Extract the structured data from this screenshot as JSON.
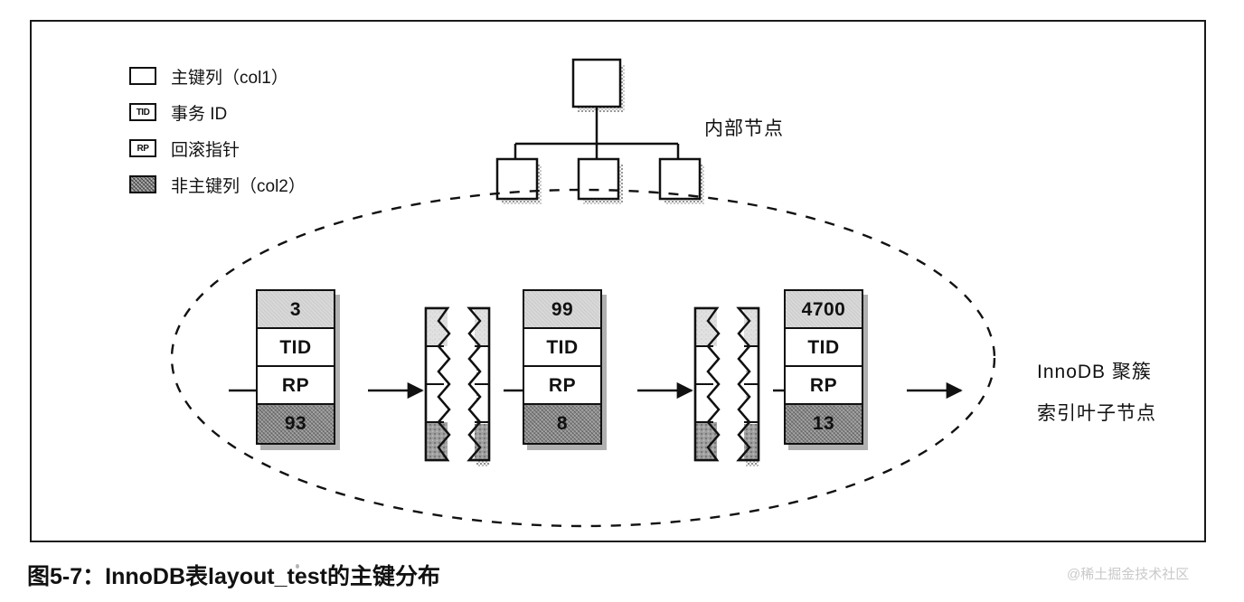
{
  "figure": {
    "caption": "图5-7：InnoDB表layout_test的主键分布",
    "watermark": "@稀土掘金技术社区"
  },
  "legend": {
    "items": [
      {
        "icon": "empty-box-icon",
        "glyph": "",
        "label": "主键列（col1）",
        "kind": "key"
      },
      {
        "icon": "tid-box-icon",
        "glyph": "TID",
        "label": "事务 ID",
        "kind": "tid"
      },
      {
        "icon": "rp-box-icon",
        "glyph": "RP",
        "label": "回滚指针",
        "kind": "rp"
      },
      {
        "icon": "hatched-box-icon",
        "glyph": "",
        "label": "非主键列（col2）",
        "kind": "nonkey"
      }
    ]
  },
  "tree": {
    "label": "内部节点",
    "root": {
      "name": "root-node"
    },
    "children": [
      {
        "name": "internal-node-1"
      },
      {
        "name": "internal-node-2"
      },
      {
        "name": "internal-node-3"
      }
    ]
  },
  "leaf_area": {
    "label_line1": "InnoDB 聚簇",
    "label_line2": "索引叶子节点",
    "cell_labels": {
      "tid": "TID",
      "rp": "RP"
    },
    "records": [
      {
        "name": "record-1",
        "primary_key": "3",
        "tid": "TID",
        "rp": "RP",
        "non_key": "93"
      },
      {
        "name": "record-2",
        "primary_key": "99",
        "tid": "TID",
        "rp": "RP",
        "non_key": "8"
      },
      {
        "name": "record-3",
        "primary_key": "4700",
        "tid": "TID",
        "rp": "RP",
        "non_key": "13"
      }
    ],
    "truncations": [
      {
        "name": "torn-records-1"
      },
      {
        "name": "torn-records-2"
      }
    ]
  },
  "colors": {
    "ink": "#111111",
    "key_fill": "#d8d8d8",
    "nonkey_fill": "#8d8d8d",
    "paper": "#ffffff",
    "watermark": "#c9c9c9"
  }
}
